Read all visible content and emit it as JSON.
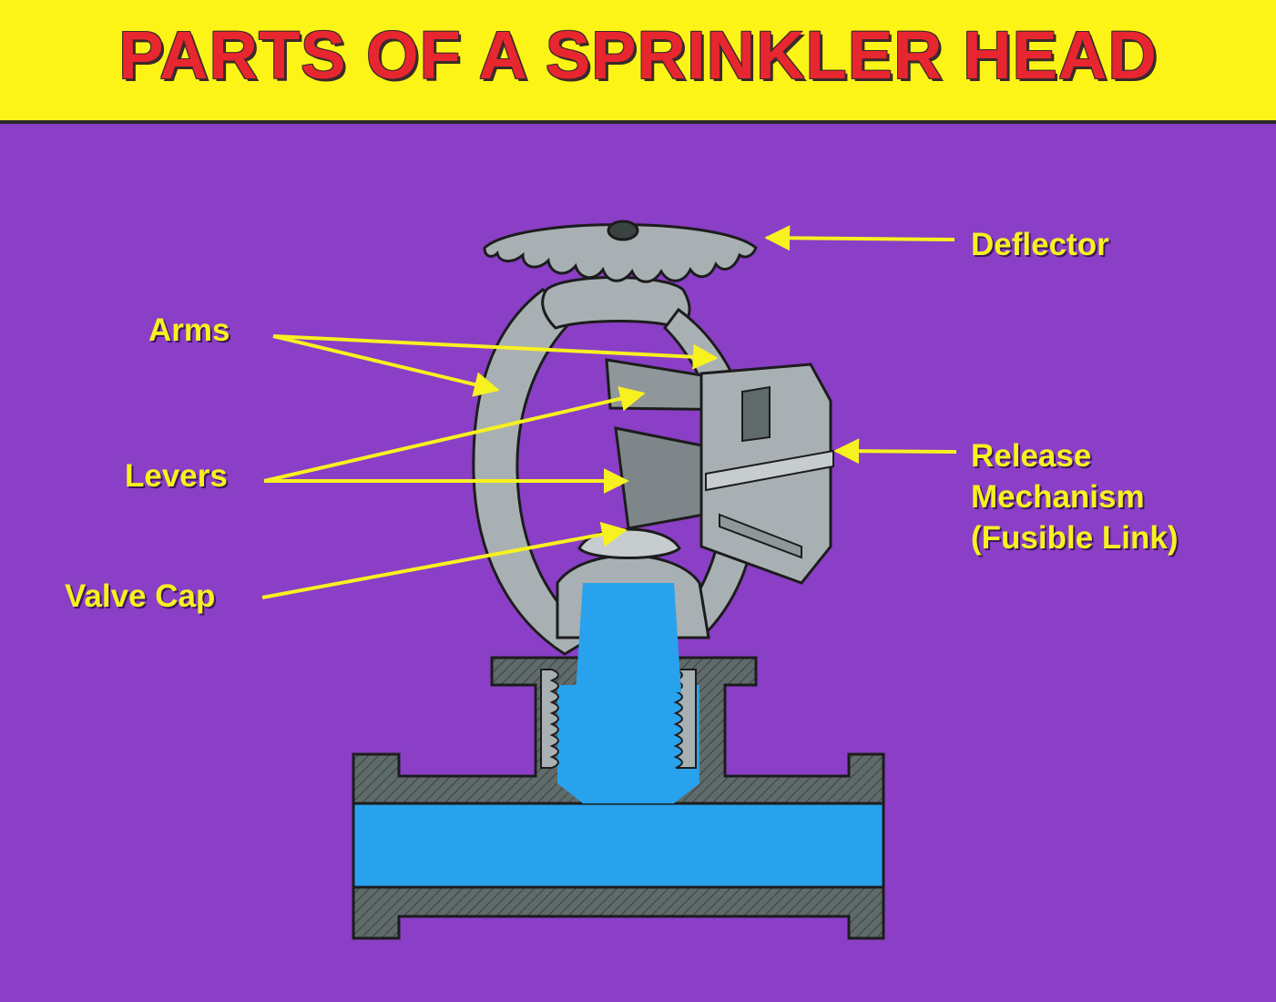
{
  "title": "PARTS OF A SPRINKLER HEAD",
  "colors": {
    "banner": "#fcf417",
    "title": "#e8262f",
    "background": "#8a3fc6",
    "label": "#f7f120",
    "metal": "#a9b0b3",
    "pipe": "#5f6a6a",
    "water": "#28a2ec"
  },
  "labels": {
    "deflector": "Deflector",
    "arms": "Arms",
    "levers": "Levers",
    "valve_cap": "Valve Cap",
    "release_line1": "Release",
    "release_line2": "Mechanism",
    "release_line3": "(Fusible Link)"
  }
}
